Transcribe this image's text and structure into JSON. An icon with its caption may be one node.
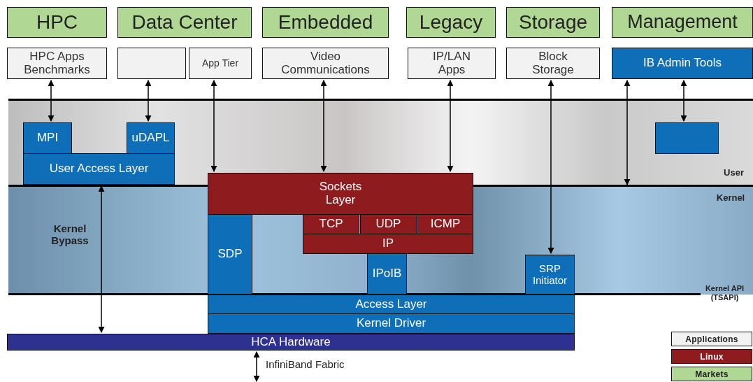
{
  "diagram": {
    "nodes": [
      {
        "text": [
          "HPC"
        ]
      },
      {
        "text": [
          "Data Center"
        ]
      },
      {
        "text": [
          "Embedded"
        ]
      },
      {
        "text": [
          "Legacy"
        ]
      },
      {
        "text": [
          "Storage"
        ]
      },
      {
        "text": [
          "Management"
        ]
      },
      {
        "text": [
          "HPC Apps Benchmarks"
        ]
      },
      {
        "text": [],
        "shape": "box"
      },
      {
        "text": [
          "App Tier"
        ]
      },
      {
        "text": [
          "Video Communications"
        ]
      },
      {
        "text": [
          "IP/LAN Apps"
        ]
      },
      {
        "text": [
          "Block Storage"
        ]
      },
      {
        "text": [
          "IB Admin Tools"
        ]
      },
      {
        "text": [
          "MPI"
        ]
      },
      {
        "text": [
          "uDAPL"
        ]
      },
      {
        "text": [
          "User Access Layer"
        ]
      },
      {
        "text": [
          "Sockets Layer"
        ]
      },
      {
        "text": [
          "TCP"
        ]
      },
      {
        "text": [
          "UDP"
        ]
      },
      {
        "text": [
          "ICMP"
        ]
      },
      {
        "text": [
          "IP"
        ]
      },
      {
        "text": [
          "SDP"
        ]
      },
      {
        "text": [
          "IPoIB"
        ]
      },
      {
        "text": [
          "SRP Initiator"
        ]
      },
      {
        "text": [],
        "shape": "box"
      },
      {
        "text": [
          "Access Layer"
        ]
      },
      {
        "text": [
          "Kernel Driver"
        ]
      },
      {
        "text": [
          "HCA Hardware"
        ]
      }
    ],
    "edges": [
      {
        "from": 6,
        "to": 13,
        "arrow": "both"
      },
      {
        "from": 7,
        "to": 14,
        "arrow": "both"
      },
      {
        "from": 8,
        "to": 16,
        "arrow": "both"
      },
      {
        "from": 9,
        "to": 16,
        "arrow": "both"
      },
      {
        "from": 10,
        "to": 16,
        "arrow": "both"
      },
      {
        "from": 11,
        "to": 23,
        "arrow": "both"
      },
      {
        "from": 12,
        "to": null,
        "arrow": "both"
      },
      {
        "from": 12,
        "to": 24,
        "arrow": "both"
      },
      {
        "from": 15,
        "to": 27,
        "arrow": "both"
      },
      {
        "from": 27,
        "to": null,
        "arrow": "both"
      }
    ],
    "labels": [
      "User",
      "Kernel",
      "Kernel Bypass",
      "Kernel API (TSAPI)",
      "InfiniBand Fabric"
    ],
    "legend": [
      {
        "text": "Applications",
        "color": "#f2f2f2"
      },
      {
        "text": "Linux",
        "color": "#8e1c1f"
      },
      {
        "text": "Markets",
        "color": "#b0d894"
      }
    ]
  }
}
